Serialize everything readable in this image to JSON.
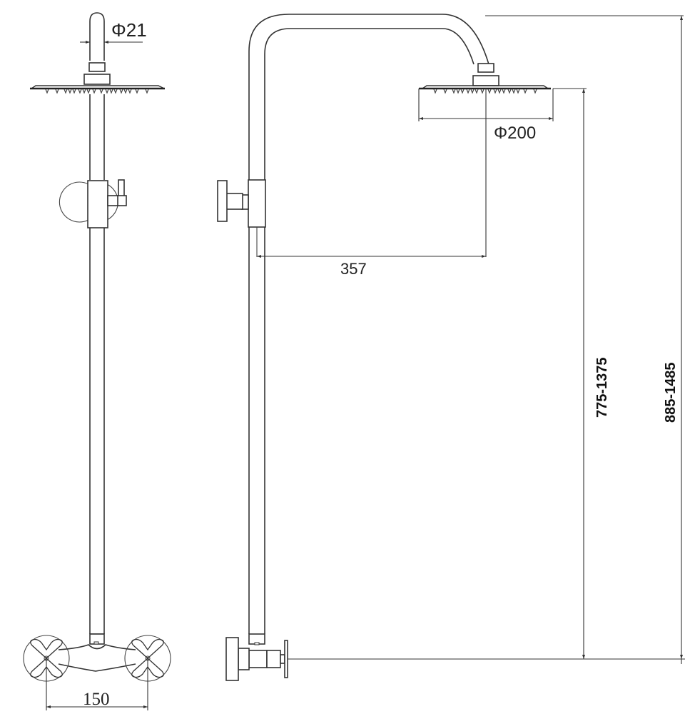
{
  "diagram": {
    "title": "Shower column technical drawing",
    "views": [
      {
        "name": "front-view",
        "description": "Front elevation of shower column with twin-handle mixer"
      },
      {
        "name": "side-view",
        "description": "Side elevation with arm and rain shower head"
      }
    ],
    "dimensions": {
      "pipe_diameter": "Φ21",
      "head_diameter": "Φ200",
      "arm_reach": "357",
      "head_height": "775-1375",
      "total_height": "885-1485",
      "inlet_spacing": "150"
    },
    "colors": {
      "line": "#333333",
      "background": "#ffffff"
    }
  }
}
